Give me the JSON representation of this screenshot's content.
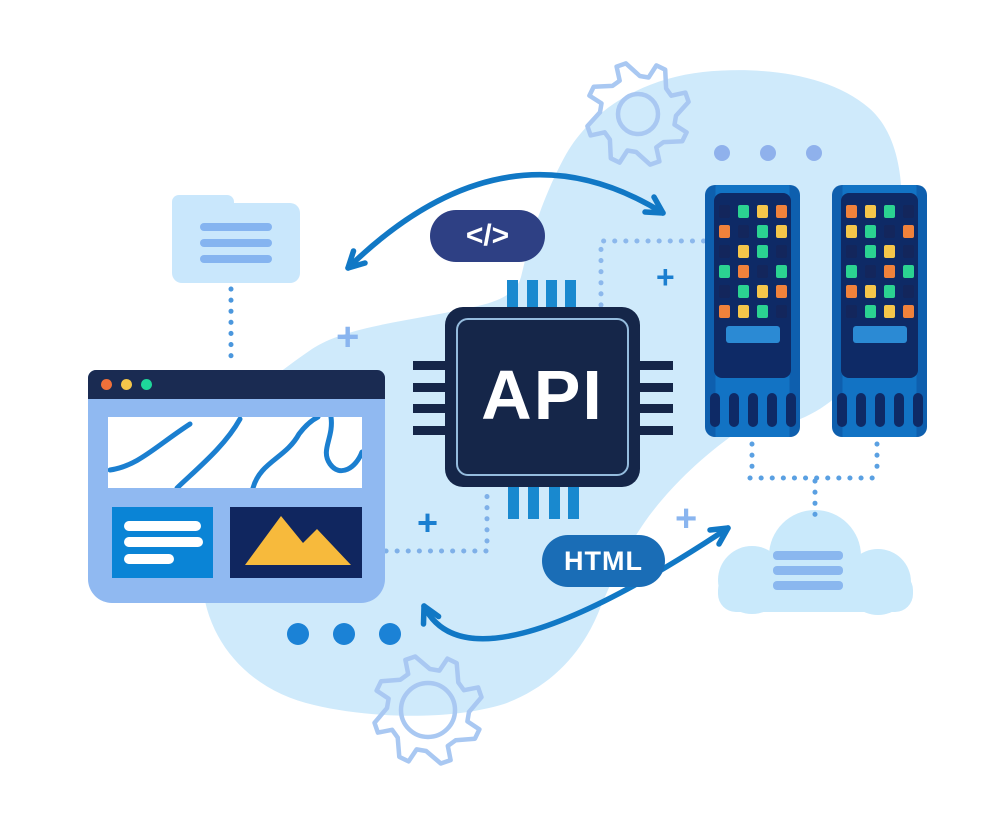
{
  "chip": {
    "label": "API"
  },
  "badges": {
    "code_label": "</>",
    "html_label": "HTML"
  },
  "icons": {
    "plus": "+",
    "names": [
      "gear-icon",
      "folder-icon",
      "browser-window-icon",
      "map-icon",
      "image-mountain-icon",
      "chip-icon",
      "server-rack-icon",
      "cloud-icon",
      "code-tag-icon",
      "arrow-curved-icon"
    ]
  },
  "colors": {
    "background": "#ffffff",
    "blob": "#cfeafb",
    "arrow": "#1178c5",
    "chip_body": "#152649",
    "chip_pin_blue": "#1989cf",
    "code_badge": "#2e4084",
    "html_badge": "#1a6db6",
    "browser_body": "#90b9f1",
    "browser_titlebar": "#1a2b52",
    "titlebar_dots": [
      "#f0703a",
      "#f5c64a",
      "#1ed69a"
    ],
    "map_line": "#1b7fd0",
    "card_blue": "#0a84d6",
    "card_navy": "#10265f",
    "mountain": "#f7ba3c",
    "server_body": "#1273c4",
    "server_panel": "#0e2a66",
    "server_slot": "#2b8ad4",
    "folder": "#c9e7fc",
    "cloud": "#c9e9fb",
    "gear_stroke": "#a9c8f2",
    "dots_bottom": "#1b82d6",
    "dots_top": "#8fb1ec",
    "plus_light": "#8ab5ef",
    "plus_bright": "#1b7fd0",
    "led": {
      "n": "#13265c",
      "g": "#2bd391",
      "y": "#f5c64a",
      "o": "#f0823b"
    }
  },
  "servers": {
    "rack1_rows": [
      "ngyo",
      "ongy",
      "nygn",
      "gong",
      "ngyo",
      "oygn"
    ],
    "rack2_rows": [
      "oygn",
      "ygno",
      "ngyn",
      "gnog",
      "oygn",
      "ngyo"
    ]
  }
}
